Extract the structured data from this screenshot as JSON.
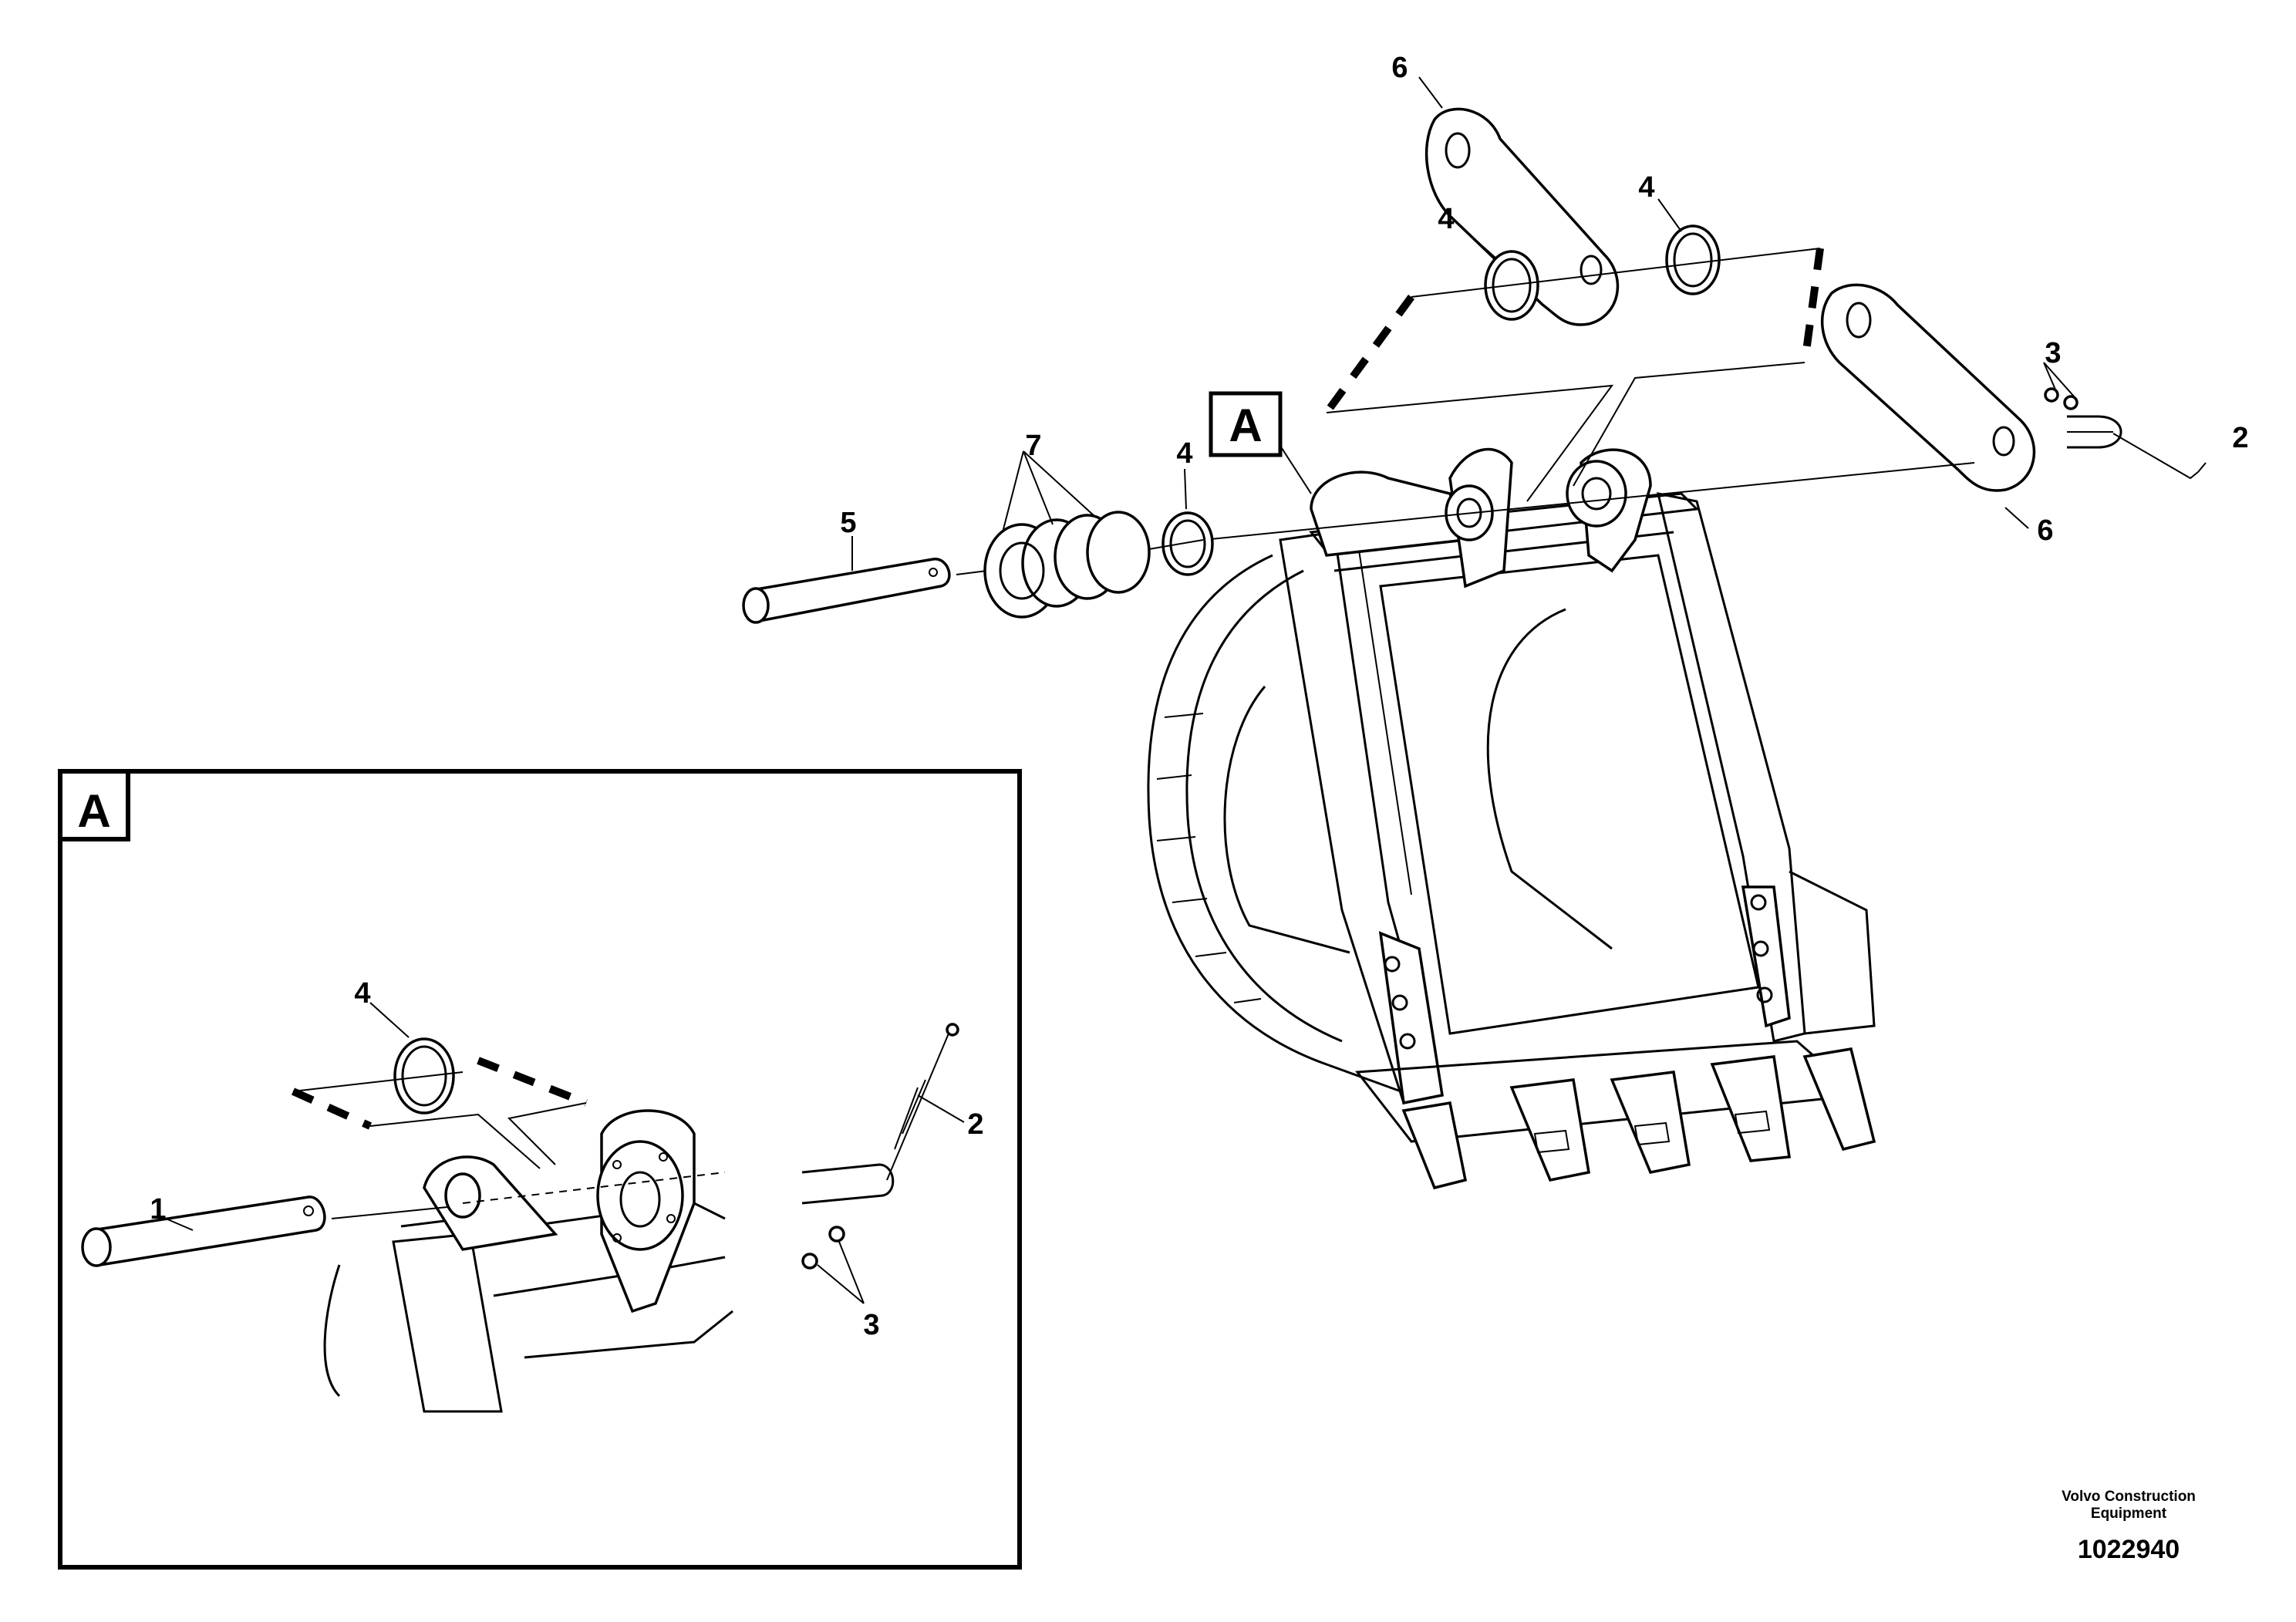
{
  "labels": {
    "top_link_6": "6",
    "top_ring_4a": "4",
    "top_ring_4b": "4",
    "right_link_6": "6",
    "screws_3_top": "3",
    "bolt_2_top": "2",
    "callout_A_main": "A",
    "ring_4_main": "4",
    "spacers_7": "7",
    "pin_5": "5",
    "detail_A": "A",
    "detail_ring_4": "4",
    "detail_bolt_2": "2",
    "detail_pin_1": "1",
    "detail_screws_3": "3"
  },
  "caption": {
    "company_line1": "Volvo Construction",
    "company_line2": "Equipment",
    "drawing_number": "1022940"
  }
}
